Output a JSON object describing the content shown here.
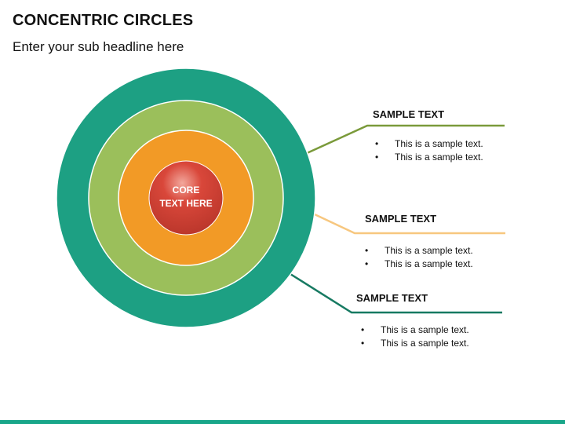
{
  "header": {
    "title": "CONCENTRIC CIRCLES",
    "subtitle": "Enter your sub headline here"
  },
  "core": {
    "line1": "CORE",
    "line2": "TEXT HERE"
  },
  "colors": {
    "outer_ring": "#1da083",
    "middle_ring": "#9bbf5b",
    "inner_ring": "#f29a26",
    "core": "#c0392b",
    "line_top": "#7a9a3a",
    "line_middle": "#f7c77f",
    "line_bottom": "#177a62",
    "footer": "#19a689"
  },
  "panels": [
    {
      "heading": "SAMPLE TEXT",
      "bullets": [
        "This is a sample text.",
        "This is a sample text."
      ]
    },
    {
      "heading": "SAMPLE TEXT",
      "bullets": [
        "This is a sample text.",
        "This is a sample text."
      ]
    },
    {
      "heading": "SAMPLE TEXT",
      "bullets": [
        "This is a sample text.",
        "This is a sample text."
      ]
    }
  ]
}
